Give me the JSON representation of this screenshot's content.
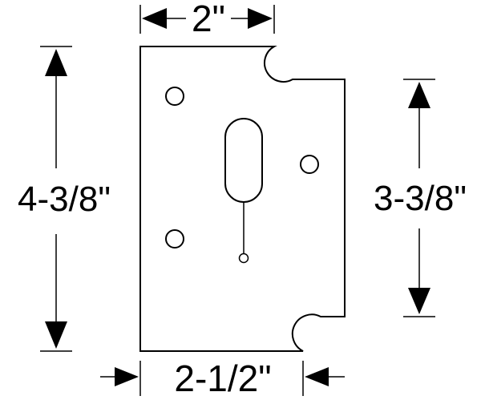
{
  "dimensions": {
    "top_width": "2\"",
    "bottom_width": "2-1/2\"",
    "left_height": "4-3/8\"",
    "right_height": "3-3/8\""
  },
  "colors": {
    "stroke": "#000000",
    "background": "#ffffff"
  }
}
